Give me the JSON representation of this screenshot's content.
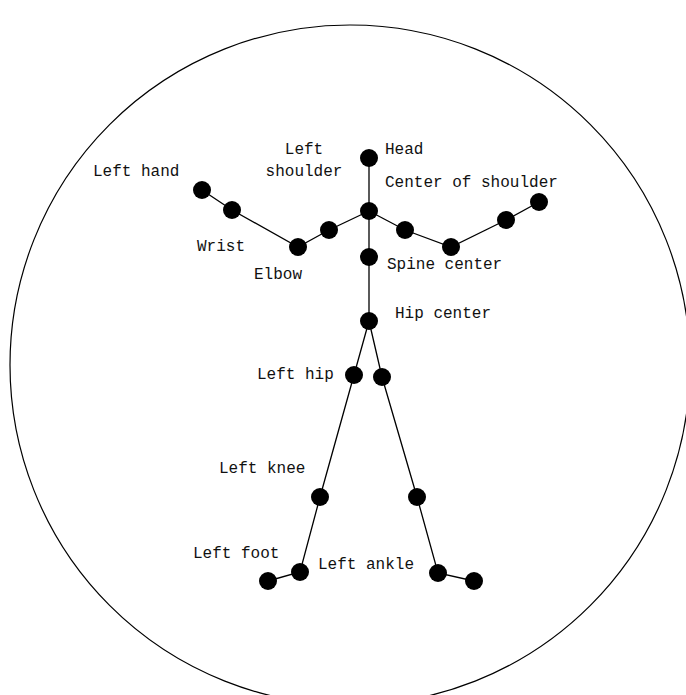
{
  "diagram": {
    "labels": [
      "Left hand",
      "Left shoulder",
      "Head",
      "Center of shoulder",
      "Wrist",
      "Elbow",
      "Spine center",
      "Hip center",
      "Left hip",
      "Left knee",
      "Left foot",
      "Left ankle"
    ]
  }
}
